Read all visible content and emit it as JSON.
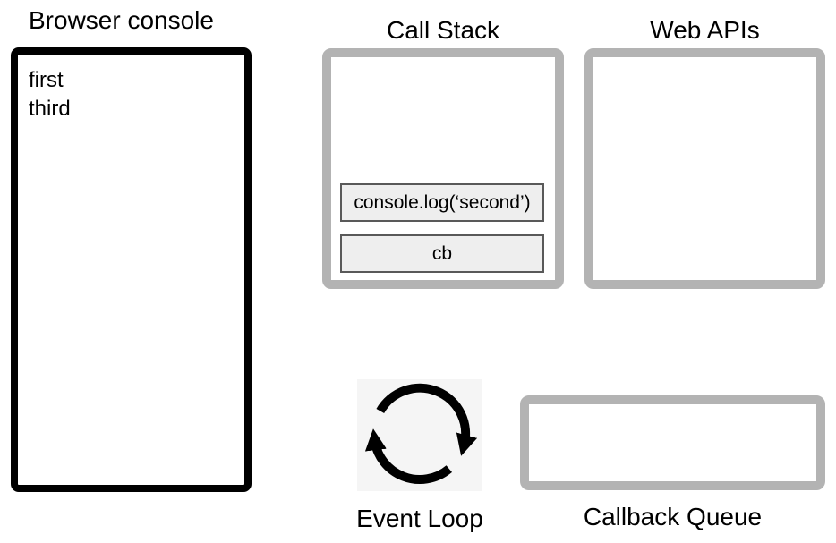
{
  "browser_console": {
    "title": "Browser console",
    "log_lines": [
      "first",
      "third"
    ]
  },
  "call_stack": {
    "title": "Call Stack",
    "frames": [
      "console.log(‘second’)",
      "cb"
    ]
  },
  "web_apis": {
    "title": "Web APIs"
  },
  "event_loop": {
    "title": "Event Loop",
    "icon": "clockwise-circular-arrows-icon"
  },
  "callback_queue": {
    "title": "Callback Queue"
  },
  "colors": {
    "background": "#ffffff",
    "text": "#000000",
    "console_border": "#000000",
    "panel_border": "#b3b3b3",
    "stack_frame_fill": "#eeeeee",
    "stack_frame_border": "#595959",
    "event_loop_background": "#f5f5f5",
    "event_loop_icon": "#000000"
  }
}
